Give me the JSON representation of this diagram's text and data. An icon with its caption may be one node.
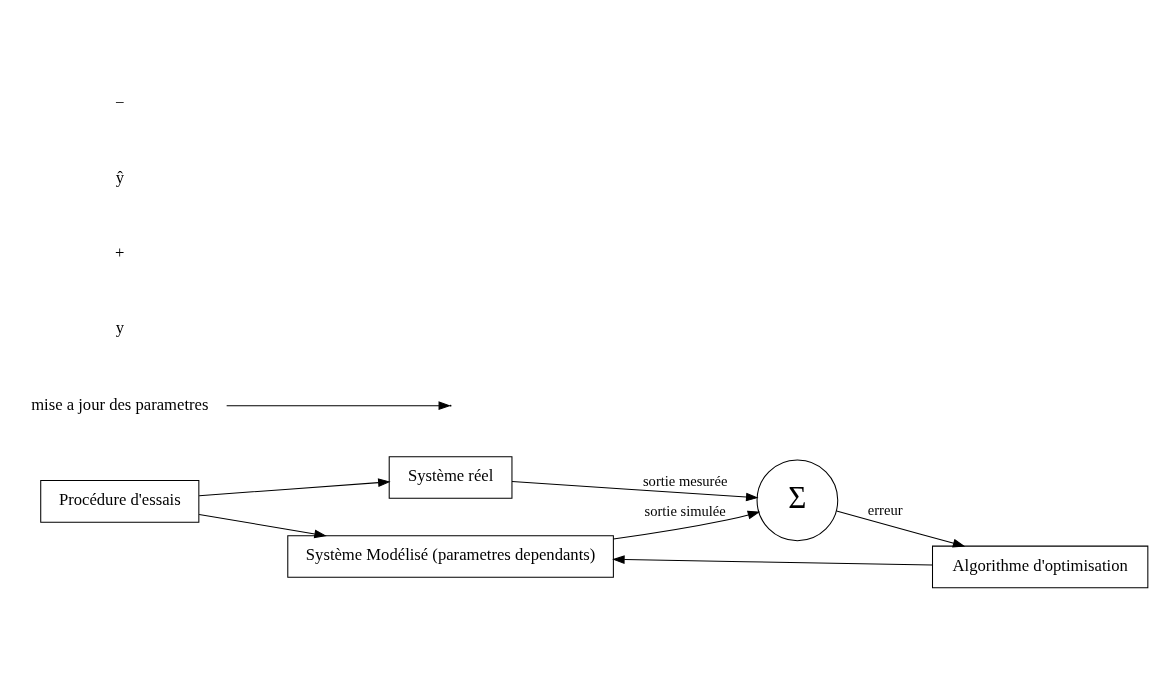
{
  "diagram": {
    "nodes": [
      {
        "text": [
          "Procédure d'essais"
        ]
      },
      {
        "text": [
          "Système réel"
        ]
      },
      {
        "text": [
          "Σ"
        ]
      },
      {
        "text": [
          "Système Modélisé (parametres dependants)"
        ]
      },
      {
        "text": [
          "Algorithme d'optimisation"
        ]
      },
      {
        "text": [
          "mise a jour des parametres"
        ]
      }
    ],
    "edges": [
      {
        "from": 0,
        "to": 1,
        "arrow": "to"
      },
      {
        "from": 0,
        "to": 3,
        "arrow": "to"
      },
      {
        "from": 1,
        "to": 2,
        "arrow": "to",
        "label": "sortie mesurée"
      },
      {
        "from": 3,
        "to": 2,
        "arrow": "to",
        "label": "sortie simulée"
      },
      {
        "from": 2,
        "to": 4,
        "arrow": "to",
        "label": "erreur"
      },
      {
        "from": 4,
        "to": 3,
        "arrow": "to"
      },
      {
        "from": 5,
        "to": null,
        "arrow": "to"
      }
    ],
    "labels": [
      "y",
      "+",
      "ŷ",
      "−"
    ]
  }
}
